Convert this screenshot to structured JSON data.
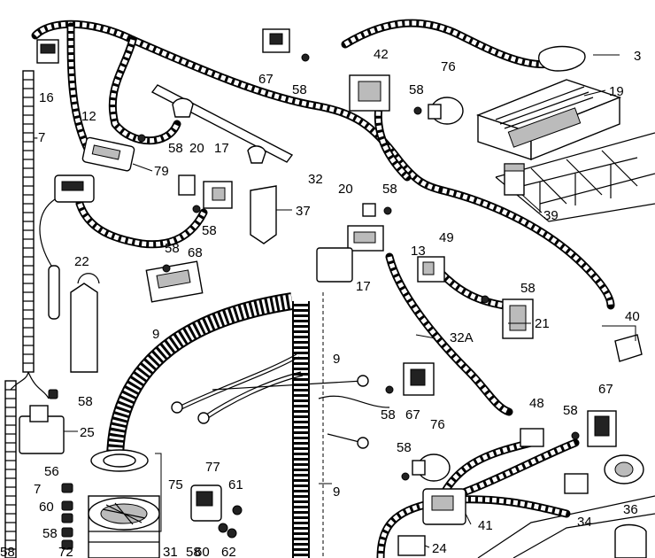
{
  "labels": [
    {
      "id": "l3",
      "text": "3"
    },
    {
      "id": "l7a",
      "text": "-7"
    },
    {
      "id": "l7b",
      "text": "7"
    },
    {
      "id": "l9a",
      "text": "9"
    },
    {
      "id": "l9b",
      "text": "9"
    },
    {
      "id": "l9c",
      "text": "9"
    },
    {
      "id": "l12",
      "text": "12"
    },
    {
      "id": "l13",
      "text": "13"
    },
    {
      "id": "l16",
      "text": "16"
    },
    {
      "id": "l17a",
      "text": "17"
    },
    {
      "id": "l17b",
      "text": "17"
    },
    {
      "id": "l19",
      "text": "19"
    },
    {
      "id": "l20a",
      "text": "20"
    },
    {
      "id": "l20b",
      "text": "20"
    },
    {
      "id": "l21",
      "text": "21"
    },
    {
      "id": "l22",
      "text": "22"
    },
    {
      "id": "l24",
      "text": "24"
    },
    {
      "id": "l25",
      "text": "25"
    },
    {
      "id": "l31",
      "text": "31"
    },
    {
      "id": "l32",
      "text": "32"
    },
    {
      "id": "l32a",
      "text": "32A"
    },
    {
      "id": "l34",
      "text": "34"
    },
    {
      "id": "l36",
      "text": "36"
    },
    {
      "id": "l37",
      "text": "37"
    },
    {
      "id": "l39",
      "text": "39"
    },
    {
      "id": "l40",
      "text": "40"
    },
    {
      "id": "l41",
      "text": "41"
    },
    {
      "id": "l42",
      "text": "42"
    },
    {
      "id": "l48",
      "text": "48"
    },
    {
      "id": "l49",
      "text": "49"
    },
    {
      "id": "l56",
      "text": "56"
    },
    {
      "id": "l58a",
      "text": "58"
    },
    {
      "id": "l58b",
      "text": "58"
    },
    {
      "id": "l58c",
      "text": "58"
    },
    {
      "id": "l58d",
      "text": "58"
    },
    {
      "id": "l58e",
      "text": "58"
    },
    {
      "id": "l58f",
      "text": "58"
    },
    {
      "id": "l58g",
      "text": "58"
    },
    {
      "id": "l58h",
      "text": "58"
    },
    {
      "id": "l58i",
      "text": "58"
    },
    {
      "id": "l58j",
      "text": "58"
    },
    {
      "id": "l58k",
      "text": "58"
    },
    {
      "id": "l58l",
      "text": "58"
    },
    {
      "id": "l58m",
      "text": "58"
    },
    {
      "id": "l58n",
      "text": "58"
    },
    {
      "id": "l60a",
      "text": "60"
    },
    {
      "id": "l60b",
      "text": "60"
    },
    {
      "id": "l61",
      "text": "61"
    },
    {
      "id": "l62",
      "text": "62"
    },
    {
      "id": "l67a",
      "text": "67"
    },
    {
      "id": "l67b",
      "text": "67"
    },
    {
      "id": "l67c",
      "text": "67"
    },
    {
      "id": "l68",
      "text": "68"
    },
    {
      "id": "l72",
      "text": "72"
    },
    {
      "id": "l75",
      "text": "75"
    },
    {
      "id": "l76a",
      "text": "76"
    },
    {
      "id": "l76b",
      "text": "76"
    },
    {
      "id": "l77",
      "text": "77"
    },
    {
      "id": "l79",
      "text": "79"
    }
  ]
}
